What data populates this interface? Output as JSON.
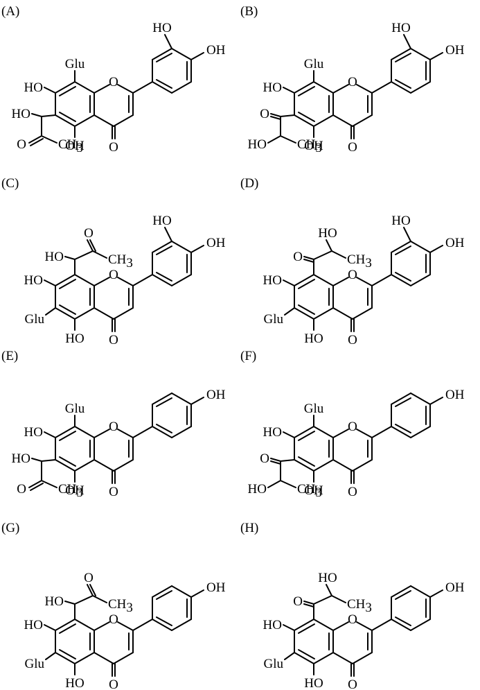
{
  "figure": {
    "panels": [
      {
        "label": "(A)",
        "b_ring": "catechol",
        "ring_a": {
          "c8": "Glu",
          "c6_side": "hydroxy-ketone",
          "c7_oh": "HO",
          "c5_oh": "OH",
          "c8_side": "",
          "c6_glu": ""
        }
      },
      {
        "label": "(B)",
        "b_ring": "catechol",
        "ring_a": {
          "c8": "Glu",
          "c6_side": "keto-hydroxy",
          "c7_oh": "HO",
          "c5_oh": "OH",
          "c8_side": "",
          "c6_glu": ""
        }
      },
      {
        "label": "(C)",
        "b_ring": "catechol",
        "ring_a": {
          "c8": "",
          "c6_side": "",
          "c7_oh": "HO",
          "c5_oh": "HO",
          "c8_side": "hydroxy-ketone",
          "c6_glu": "Glu"
        }
      },
      {
        "label": "(D)",
        "b_ring": "catechol",
        "ring_a": {
          "c8": "",
          "c6_side": "",
          "c7_oh": "HO",
          "c5_oh": "HO",
          "c8_side": "keto-hydroxy",
          "c6_glu": "Glu"
        }
      },
      {
        "label": "(E)",
        "b_ring": "phenol",
        "ring_a": {
          "c8": "Glu",
          "c6_side": "hydroxy-ketone",
          "c7_oh": "HO",
          "c5_oh": "OH",
          "c8_side": "",
          "c6_glu": ""
        }
      },
      {
        "label": "(F)",
        "b_ring": "phenol",
        "ring_a": {
          "c8": "Glu",
          "c6_side": "keto-hydroxy",
          "c7_oh": "HO",
          "c5_oh": "OH",
          "c8_side": "",
          "c6_glu": ""
        }
      },
      {
        "label": "(G)",
        "b_ring": "phenol",
        "ring_a": {
          "c8": "",
          "c6_side": "",
          "c7_oh": "HO",
          "c5_oh": "HO",
          "c8_side": "hydroxy-ketone",
          "c6_glu": "Glu"
        }
      },
      {
        "label": "(H)",
        "b_ring": "phenol",
        "ring_a": {
          "c8": "",
          "c6_side": "",
          "c7_oh": "HO",
          "c5_oh": "HO",
          "c8_side": "keto-hydroxy",
          "c6_glu": "Glu"
        }
      }
    ],
    "atoms": {
      "ring_o": "O",
      "carbonyl_o": "O",
      "oh": "OH",
      "ho": "HO",
      "ch3": "CH",
      "ch3_sub": "3",
      "glu": "Glu",
      "ketone_o": "O"
    }
  }
}
